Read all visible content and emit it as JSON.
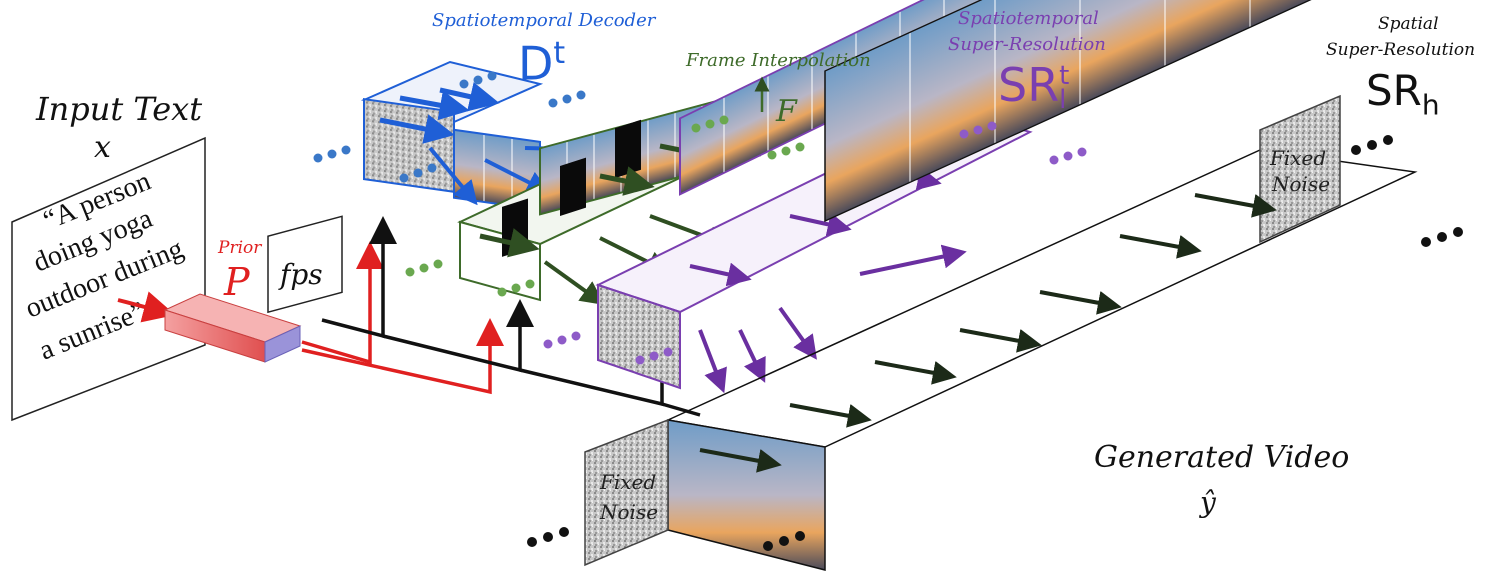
{
  "input": {
    "heading": "Input Text",
    "var": "x",
    "prompt_lines": [
      "“A person",
      "doing yoga",
      "outdoor during",
      "a sunrise”"
    ]
  },
  "prior": {
    "label": "Prior",
    "symbol": "P"
  },
  "fps": {
    "label": "fps"
  },
  "decoder": {
    "label": "Spatiotemporal Decoder",
    "symbol": "D",
    "superscript": "t"
  },
  "interp": {
    "label": "Frame Interpolation",
    "symbol": "F"
  },
  "sr_l": {
    "label_line1": "Spatiotemporal",
    "label_line2": "Super-Resolution",
    "symbol": "SR",
    "sub": "l",
    "sup": "t"
  },
  "sr_h": {
    "label_line1": "Spatial",
    "label_line2": "Super-Resolution",
    "symbol": "SR",
    "sub": "h"
  },
  "output": {
    "label": "Generated Video",
    "symbol": "ŷ"
  },
  "noise": {
    "line1": "Fixed",
    "line2": "Noise"
  },
  "colors": {
    "decoder": "#1f5fd6",
    "interp": "#3e6b2a",
    "sr_l": "#7a3fb0",
    "prior": "#e02020",
    "text": "#111111",
    "dot_blue": "#3a78c8",
    "dot_green": "#6aa84f",
    "dot_purple": "#8e5bc8"
  }
}
